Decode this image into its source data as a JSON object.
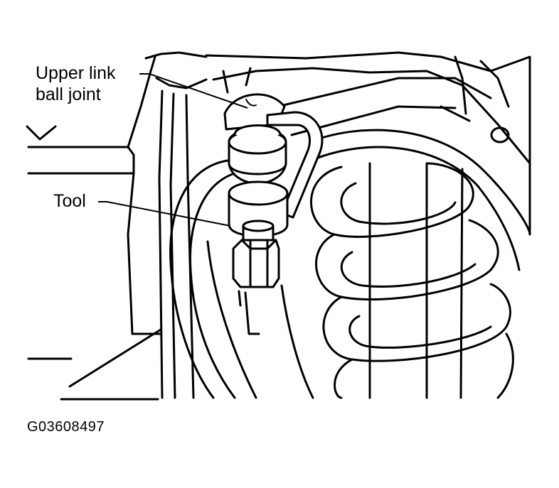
{
  "labels": {
    "upper_link_line1": "Upper link",
    "upper_link_line2": "ball joint",
    "tool": "Tool"
  },
  "figure_id": "G03608497"
}
